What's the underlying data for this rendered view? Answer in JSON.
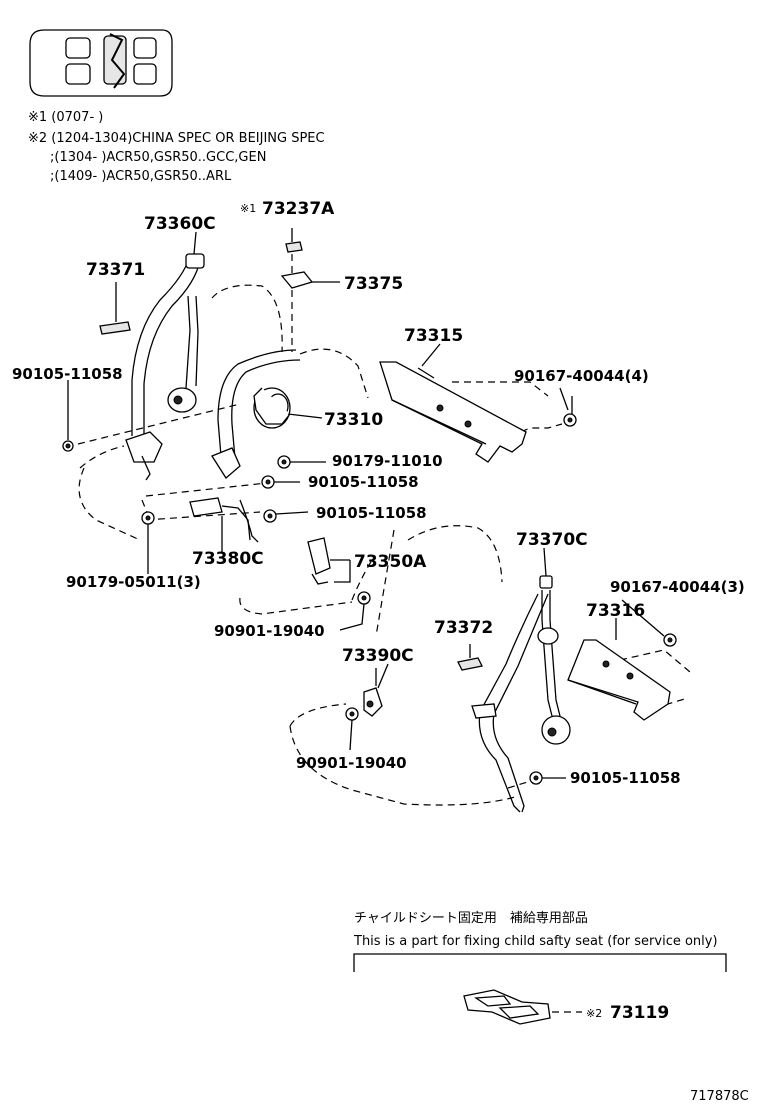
{
  "notes": {
    "n1": "※1 (0707-        )",
    "n2": "※2 (1204-1304)CHINA SPEC OR BEIJING SPEC",
    "n3": ";(1304-        )ACR50,GSR50..GCC,GEN",
    "n4": ";(1409-        )ACR50,GSR50..ARL"
  },
  "parts": {
    "p73360C": "73360C",
    "p73237A_mark": "※1",
    "p73237A": "73237A",
    "p73371": "73371",
    "p73375": "73375",
    "p73315": "73315",
    "p90105_11058_a": "90105-11058",
    "p90167_40044_4": "90167-40044(4)",
    "p73310": "73310",
    "p90179_11010": "90179-11010",
    "p90105_11058_b": "90105-11058",
    "p90105_11058_c": "90105-11058",
    "p73380C": "73380C",
    "p73350A": "73350A",
    "p73370C": "73370C",
    "p90179_05011_3": "90179-05011(3)",
    "p90167_40044_3": "90167-40044(3)",
    "p73316": "73316",
    "p90901_19040_a": "90901-19040",
    "p73372": "73372",
    "p73390C": "73390C",
    "p90901_19040_b": "90901-19040",
    "p90105_11058_d": "90105-11058"
  },
  "child_seat": {
    "jp": "チャイルドシート固定用　補給専用部品",
    "en": "This is a part for fixing child safty seat (for service only)",
    "mark": "※2",
    "part": "73119"
  },
  "figure_id": "717878C"
}
